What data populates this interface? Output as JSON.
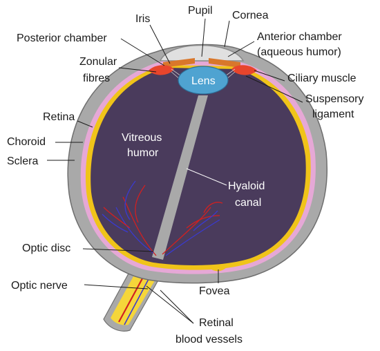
{
  "labels": {
    "pupil": "Pupil",
    "iris": "Iris",
    "cornea": "Cornea",
    "posterior_chamber": "Posterior chamber",
    "anterior_chamber_1": "Anterior chamber",
    "anterior_chamber_2": "(aqueous humor)",
    "zonular_1": "Zonular",
    "zonular_2": "fibres",
    "lens": "Lens",
    "ciliary_muscle": "Ciliary muscle",
    "suspensory_1": "Suspensory",
    "suspensory_2": "ligament",
    "retina": "Retina",
    "choroid": "Choroid",
    "sclera": "Sclera",
    "vitreous_1": "Vitreous",
    "vitreous_2": "humor",
    "hyaloid_1": "Hyaloid",
    "hyaloid_2": "canal",
    "optic_disc": "Optic disc",
    "optic_nerve": "Optic nerve",
    "fovea": "Fovea",
    "retinal_vessels_1": "Retinal",
    "retinal_vessels_2": "blood vessels"
  },
  "colors": {
    "sclera": "#a9a9a9",
    "choroid": "#e6a8d6",
    "retina": "#f0c419",
    "vitreous": "#4a3b5c",
    "lens": "#4fa3d1",
    "iris": "#d9772b",
    "ciliary": "#e8452c",
    "nerve": "#f5d63a",
    "vessel_red": "#d22020",
    "vessel_blue": "#3a3ad0",
    "cornea": "#e0e0e0"
  }
}
